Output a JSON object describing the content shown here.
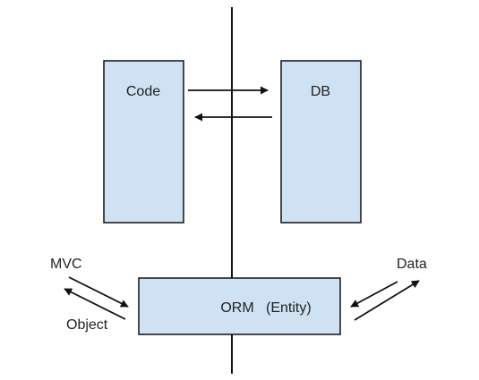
{
  "boxes": {
    "code": {
      "label": "Code"
    },
    "db": {
      "label": "DB"
    },
    "orm": {
      "label": "ORM   (Entity)"
    }
  },
  "labels": {
    "mvc": "MVC",
    "object": "Object",
    "data": "Data"
  },
  "colors": {
    "box_fill": "#cfe2f3",
    "stroke": "#111111"
  }
}
